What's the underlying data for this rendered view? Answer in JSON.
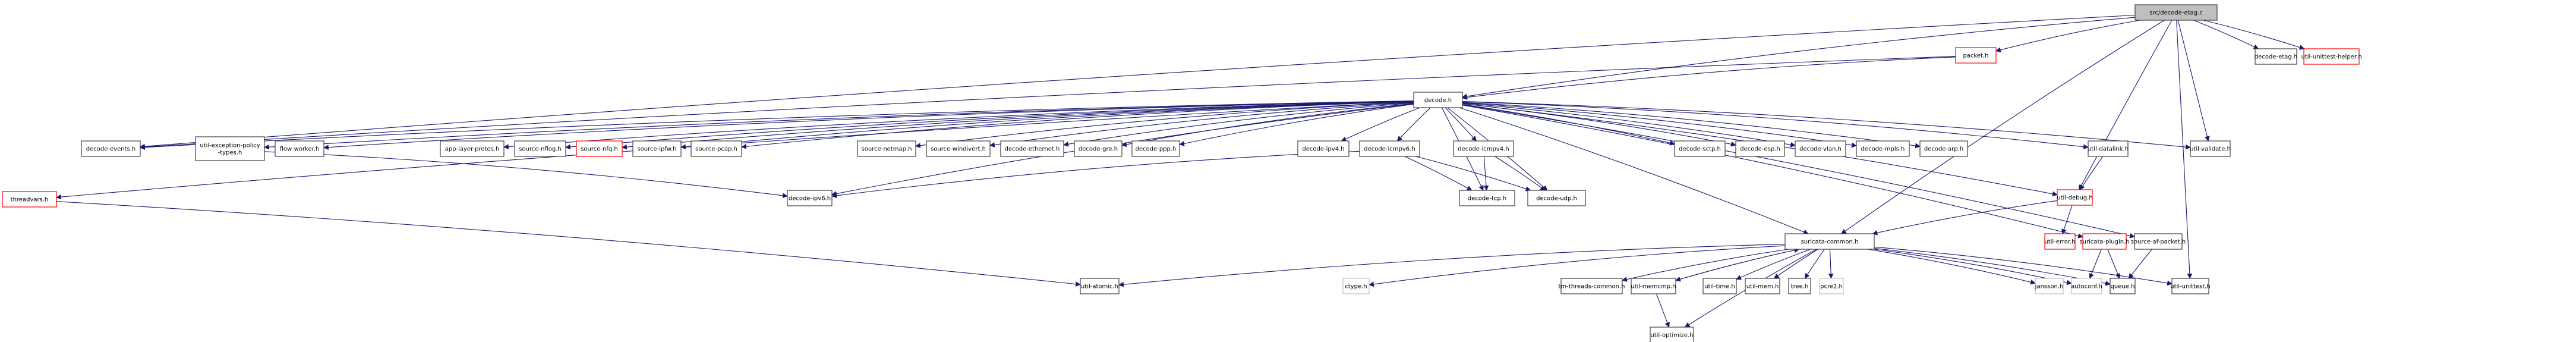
{
  "graph": {
    "title": "src/decode-etag.c include dependency graph",
    "colors": {
      "edge": "#191970",
      "root_fill": "#bfbfbf",
      "root_border": "#404040",
      "normal_border": "#404040",
      "truncated_border": "#ff0000",
      "external_border": "#bfbfbf"
    },
    "nodes": [
      {
        "id": "root",
        "label": "src/decode-etag.c",
        "kind": "root"
      },
      {
        "id": "decode-etag",
        "label": "decode-etag.h",
        "kind": "normal"
      },
      {
        "id": "util-unittest-helper",
        "label": "util-unittest-helper.h",
        "kind": "truncated"
      },
      {
        "id": "packet",
        "label": "packet.h",
        "kind": "truncated"
      },
      {
        "id": "decode",
        "label": "decode.h",
        "kind": "normal"
      },
      {
        "id": "decode-events",
        "label": "decode-events.h",
        "kind": "normal"
      },
      {
        "id": "util-exception-policy-types",
        "label": "util-exception-policy\n-types.h",
        "kind": "normal"
      },
      {
        "id": "flow-worker",
        "label": "flow-worker.h",
        "kind": "normal"
      },
      {
        "id": "app-layer-protos",
        "label": "app-layer-protos.h",
        "kind": "normal"
      },
      {
        "id": "source-nflog",
        "label": "source-nflog.h",
        "kind": "normal"
      },
      {
        "id": "source-nfq",
        "label": "source-nfq.h",
        "kind": "truncated"
      },
      {
        "id": "source-ipfw",
        "label": "source-ipfw.h",
        "kind": "normal"
      },
      {
        "id": "source-pcap",
        "label": "source-pcap.h",
        "kind": "normal"
      },
      {
        "id": "source-netmap",
        "label": "source-netmap.h",
        "kind": "normal"
      },
      {
        "id": "source-windivert",
        "label": "source-windivert.h",
        "kind": "normal"
      },
      {
        "id": "decode-ethernet",
        "label": "decode-ethernet.h",
        "kind": "normal"
      },
      {
        "id": "decode-gre",
        "label": "decode-gre.h",
        "kind": "normal"
      },
      {
        "id": "decode-ppp",
        "label": "decode-ppp.h",
        "kind": "normal"
      },
      {
        "id": "decode-ipv4",
        "label": "decode-ipv4.h",
        "kind": "normal"
      },
      {
        "id": "decode-icmpv6",
        "label": "decode-icmpv6.h",
        "kind": "normal"
      },
      {
        "id": "decode-icmpv4",
        "label": "decode-icmpv4.h",
        "kind": "normal"
      },
      {
        "id": "decode-sctp",
        "label": "decode-sctp.h",
        "kind": "normal"
      },
      {
        "id": "decode-esp",
        "label": "decode-esp.h",
        "kind": "normal"
      },
      {
        "id": "decode-vlan",
        "label": "decode-vlan.h",
        "kind": "normal"
      },
      {
        "id": "decode-mpls",
        "label": "decode-mpls.h",
        "kind": "normal"
      },
      {
        "id": "decode-arp",
        "label": "decode-arp.h",
        "kind": "normal"
      },
      {
        "id": "util-datalink",
        "label": "util-datalink.h",
        "kind": "normal"
      },
      {
        "id": "util-validate",
        "label": "util-validate.h",
        "kind": "normal"
      },
      {
        "id": "threadvars",
        "label": "threadvars.h",
        "kind": "truncated"
      },
      {
        "id": "decode-ipv6",
        "label": "decode-ipv6.h",
        "kind": "normal"
      },
      {
        "id": "decode-tcp",
        "label": "decode-tcp.h",
        "kind": "normal"
      },
      {
        "id": "decode-udp",
        "label": "decode-udp.h",
        "kind": "normal"
      },
      {
        "id": "util-debug",
        "label": "util-debug.h",
        "kind": "truncated"
      },
      {
        "id": "suricata-common",
        "label": "suricata-common.h",
        "kind": "normal"
      },
      {
        "id": "util-error",
        "label": "util-error.h",
        "kind": "truncated"
      },
      {
        "id": "suricata-plugin",
        "label": "suricata-plugin.h",
        "kind": "truncated"
      },
      {
        "id": "source-af-packet",
        "label": "source-af-packet.h",
        "kind": "normal"
      },
      {
        "id": "util-atomic",
        "label": "util-atomic.h",
        "kind": "normal"
      },
      {
        "id": "ctype",
        "label": "ctype.h",
        "kind": "external"
      },
      {
        "id": "tm-threads-common",
        "label": "tm-threads-common.h",
        "kind": "normal"
      },
      {
        "id": "util-memcmp",
        "label": "util-memcmp.h",
        "kind": "normal"
      },
      {
        "id": "util-time",
        "label": "util-time.h",
        "kind": "normal"
      },
      {
        "id": "util-mem",
        "label": "util-mem.h",
        "kind": "normal"
      },
      {
        "id": "tree",
        "label": "tree.h",
        "kind": "normal"
      },
      {
        "id": "pcre2",
        "label": "pcre2.h",
        "kind": "external"
      },
      {
        "id": "jansson",
        "label": "jansson.h",
        "kind": "external"
      },
      {
        "id": "autoconf",
        "label": "autoconf.h",
        "kind": "external"
      },
      {
        "id": "queue",
        "label": "queue.h",
        "kind": "normal"
      },
      {
        "id": "util-unittest",
        "label": "util-unittest.h",
        "kind": "normal"
      },
      {
        "id": "util-optimize",
        "label": "util-optimize.h",
        "kind": "normal"
      }
    ],
    "edges": [
      [
        "root",
        "decode-etag"
      ],
      [
        "root",
        "util-unittest-helper"
      ],
      [
        "root",
        "packet"
      ],
      [
        "root",
        "decode"
      ],
      [
        "root",
        "decode-events"
      ],
      [
        "root",
        "util-validate"
      ],
      [
        "root",
        "util-debug"
      ],
      [
        "root",
        "suricata-common"
      ],
      [
        "root",
        "util-unittest"
      ],
      [
        "packet",
        "decode"
      ],
      [
        "packet",
        "decode-events"
      ],
      [
        "decode",
        "decode-events"
      ],
      [
        "decode",
        "util-exception-policy-types"
      ],
      [
        "decode",
        "flow-worker"
      ],
      [
        "decode",
        "app-layer-protos"
      ],
      [
        "decode",
        "source-nflog"
      ],
      [
        "decode",
        "source-nfq"
      ],
      [
        "decode",
        "source-ipfw"
      ],
      [
        "decode",
        "source-pcap"
      ],
      [
        "decode",
        "source-netmap"
      ],
      [
        "decode",
        "source-windivert"
      ],
      [
        "decode",
        "decode-ethernet"
      ],
      [
        "decode",
        "decode-gre"
      ],
      [
        "decode",
        "decode-ppp"
      ],
      [
        "decode",
        "decode-ipv4"
      ],
      [
        "decode",
        "decode-icmpv6"
      ],
      [
        "decode",
        "decode-icmpv4"
      ],
      [
        "decode",
        "decode-sctp"
      ],
      [
        "decode",
        "decode-esp"
      ],
      [
        "decode",
        "decode-vlan"
      ],
      [
        "decode",
        "decode-mpls"
      ],
      [
        "decode",
        "decode-arp"
      ],
      [
        "decode",
        "util-datalink"
      ],
      [
        "decode",
        "util-validate"
      ],
      [
        "decode",
        "threadvars"
      ],
      [
        "decode",
        "decode-ipv6"
      ],
      [
        "decode",
        "decode-tcp"
      ],
      [
        "decode",
        "decode-udp"
      ],
      [
        "decode",
        "util-debug"
      ],
      [
        "decode",
        "suricata-common"
      ],
      [
        "decode",
        "suricata-plugin"
      ],
      [
        "decode",
        "source-af-packet"
      ],
      [
        "decode-icmpv6",
        "decode-ipv6"
      ],
      [
        "decode-icmpv6",
        "decode-tcp"
      ],
      [
        "decode-icmpv6",
        "decode-udp"
      ],
      [
        "decode-icmpv4",
        "decode-tcp"
      ],
      [
        "decode-icmpv4",
        "decode-udp"
      ],
      [
        "util-datalink",
        "util-debug"
      ],
      [
        "threadvars",
        "util-atomic"
      ],
      [
        "util-exception-policy-types",
        "decode-ipv6"
      ],
      [
        "util-debug",
        "suricata-common"
      ],
      [
        "util-debug",
        "util-error"
      ],
      [
        "suricata-plugin",
        "autoconf"
      ],
      [
        "suricata-plugin",
        "queue"
      ],
      [
        "source-af-packet",
        "queue"
      ],
      [
        "suricata-common",
        "util-atomic"
      ],
      [
        "suricata-common",
        "ctype"
      ],
      [
        "suricata-common",
        "tm-threads-common"
      ],
      [
        "suricata-common",
        "util-memcmp"
      ],
      [
        "suricata-common",
        "util-optimize"
      ],
      [
        "suricata-common",
        "util-time"
      ],
      [
        "suricata-common",
        "util-mem"
      ],
      [
        "suricata-common",
        "tree"
      ],
      [
        "suricata-common",
        "pcre2"
      ],
      [
        "suricata-common",
        "jansson"
      ],
      [
        "suricata-common",
        "autoconf"
      ],
      [
        "suricata-common",
        "queue"
      ],
      [
        "suricata-common",
        "util-unittest"
      ],
      [
        "util-memcmp",
        "suricata-common"
      ],
      [
        "util-memcmp",
        "util-optimize"
      ]
    ]
  }
}
